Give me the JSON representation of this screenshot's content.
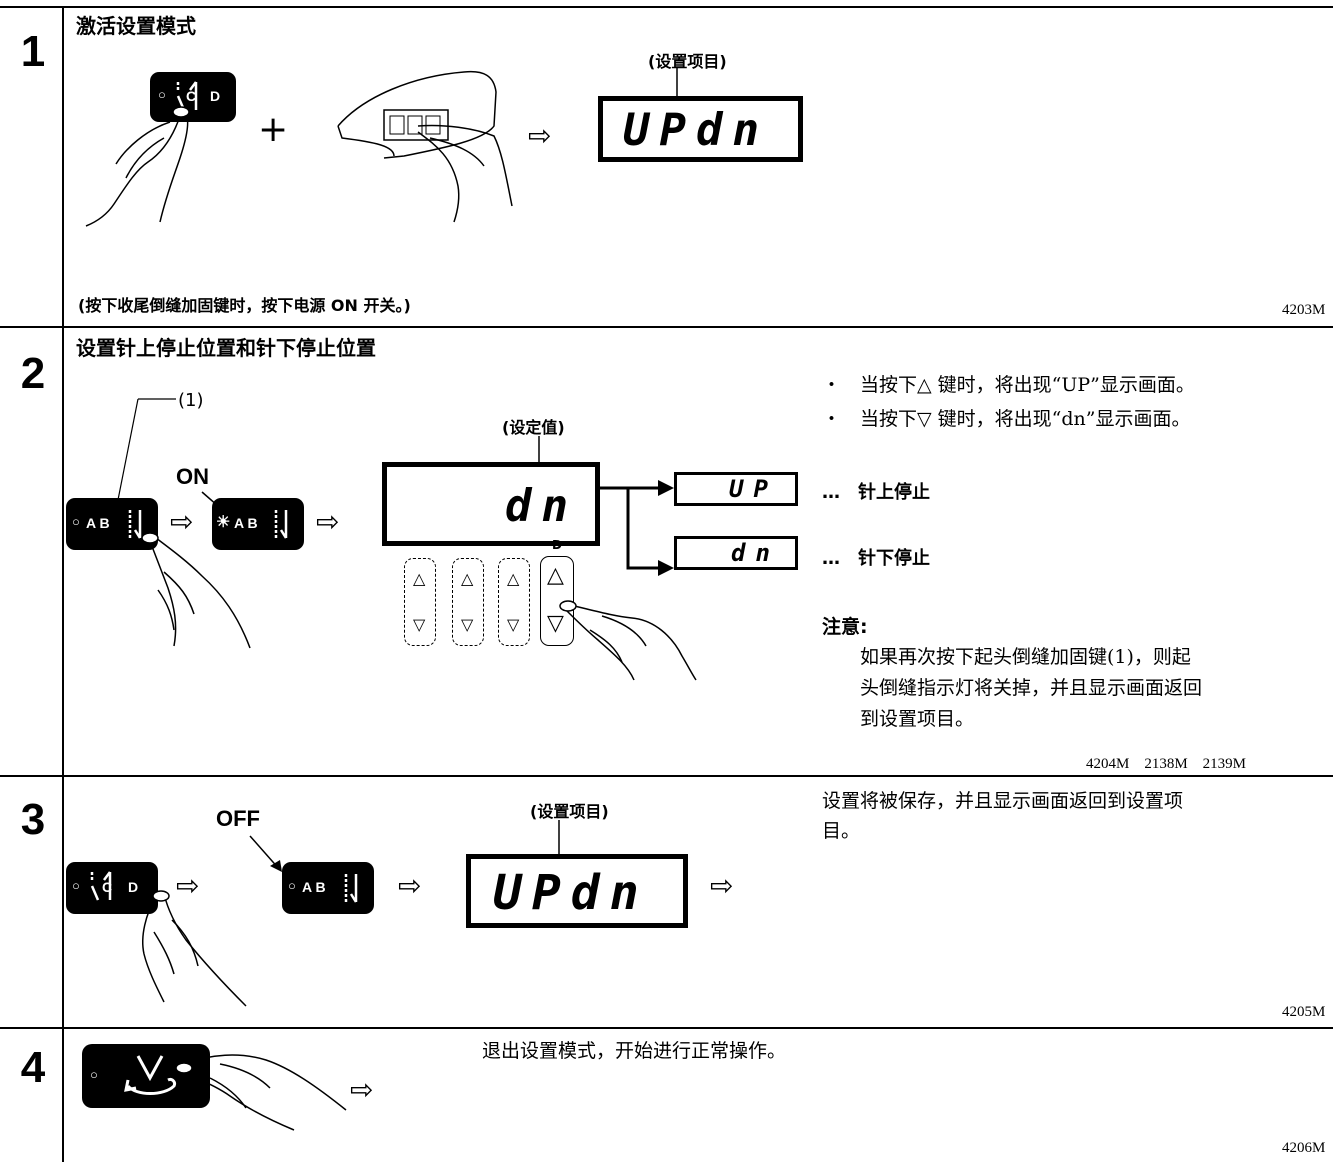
{
  "steps": [
    {
      "number": "1",
      "title": "激活设置模式",
      "display_caption": "(设置项目)",
      "display_value": "UPdn",
      "plus": "+",
      "key_label": "C D",
      "note": "(按下收尾倒缝加固键时，按下电源 ON 开关。)",
      "code": "4203M"
    },
    {
      "number": "2",
      "title": "设置针上停止位置和针下停止位置",
      "callout": "(1)",
      "state_label": "ON",
      "display_caption": "(设定值)",
      "display_value": "dn",
      "key_label": "A B",
      "d_key_label": "D",
      "outputs": [
        {
          "value": "UP",
          "desc": "…　针上停止"
        },
        {
          "value": "dn",
          "desc": "…　针下停止"
        }
      ],
      "bullets": [
        "・　当按下△ 键时，将出现“UP”显示画面。",
        "・　当按下▽ 键时，将出现“dn”显示画面。"
      ],
      "note_title": "注意:",
      "note_lines": [
        "如果再次按下起头倒缝加固键(1)，则起",
        "头倒缝指示灯将关掉，并且显示画面返回",
        "到设置项目。"
      ],
      "codes": "4204M　2138M　2139M"
    },
    {
      "number": "3",
      "state_label": "OFF",
      "display_caption": "(设置项目)",
      "display_value": "UPdn",
      "description_lines": [
        "设置将被保存，并且显示画面返回到设置项",
        "目。"
      ],
      "code": "4205M"
    },
    {
      "number": "4",
      "description": "退出设置模式，开始进行正常操作。",
      "code": "4206M"
    }
  ],
  "icons": {
    "arrow": "hollow-right-arrow",
    "finger": "pressing-hand"
  }
}
